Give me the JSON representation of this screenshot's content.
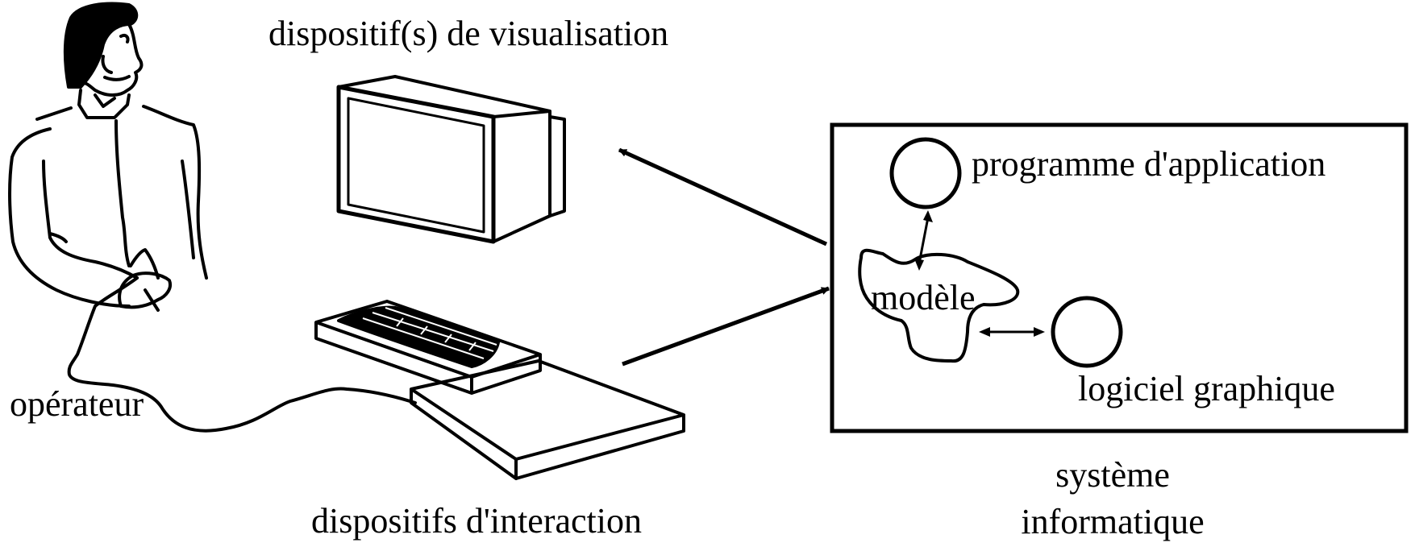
{
  "labels": {
    "display": "dispositif(s) de visualisation",
    "operator": "opérateur",
    "interaction": "dispositifs d'interaction",
    "app_program": "programme d'application",
    "model": "modèle",
    "graphics_software": "logiciel graphique",
    "system_line1": "système",
    "system_line2": "informatique"
  },
  "colors": {
    "ink": "#000000",
    "paper": "#ffffff"
  }
}
